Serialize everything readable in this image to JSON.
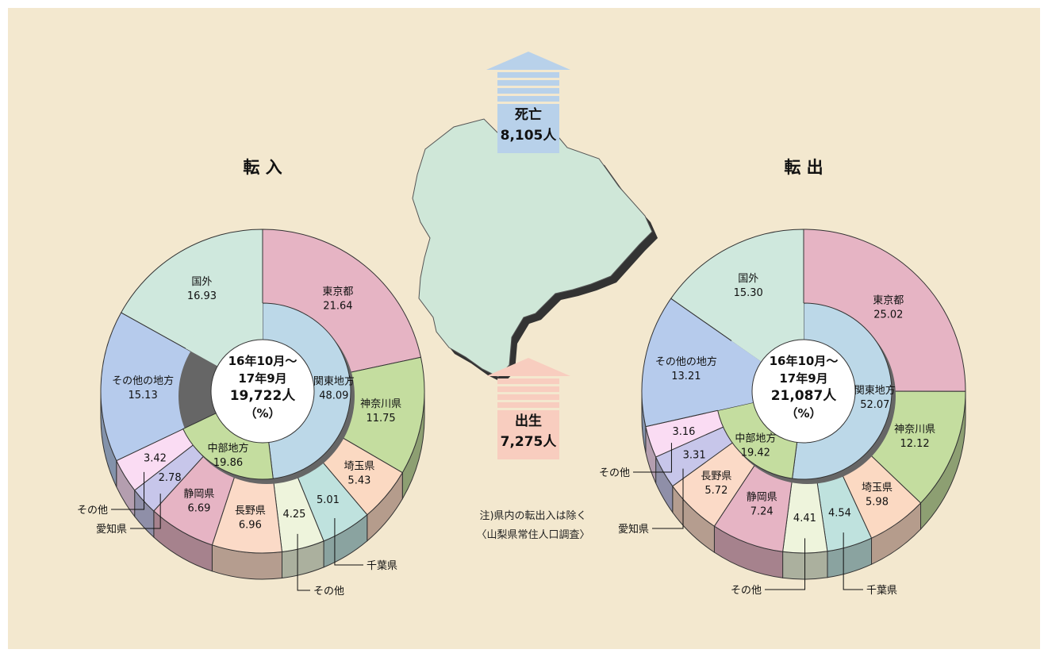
{
  "colors": {
    "background": "#f3e8cf",
    "tokyo": "#e6b4c4",
    "kanagawa": "#c4dd9f",
    "saitama": "#fbd9c2",
    "chiba": "#bfe2de",
    "kanto_other": "#eef4dc",
    "nagano": "#fbdac7",
    "shizuoka": "#e6b4c4",
    "aichi": "#c7c6ea",
    "chubu_other": "#fadcf3",
    "other_region": "#b6cbec",
    "abroad": "#cfe8dd",
    "kanto_inner": "#bcd8e8",
    "chubu_inner": "#c4dd9f",
    "map": "#cfe7d8",
    "death_arrow": "#b8d1ea",
    "birth_arrow": "#f8cdbf"
  },
  "texts": {
    "note": "注)県内の転出入は除く",
    "source": "〈山梨県常住人口調査〉",
    "death_label": "死亡",
    "death_value": "8,105人",
    "birth_label": "出生",
    "birth_value": "7,275人"
  },
  "chart_data": [
    {
      "type": "pie",
      "title": "転 入",
      "center_lines": [
        "16年10月～",
        "17年9月",
        "19,722人",
        "（%）"
      ],
      "outer": [
        {
          "name": "東京都",
          "value": 21.64,
          "color": "tokyo"
        },
        {
          "name": "神奈川県",
          "value": 11.75,
          "color": "kanagawa"
        },
        {
          "name": "埼玉県",
          "value": 5.43,
          "color": "saitama"
        },
        {
          "name": "千葉県",
          "value": 5.01,
          "color": "chiba",
          "callout": true
        },
        {
          "name": "その他",
          "value": 4.25,
          "color": "kanto_other",
          "callout": true
        },
        {
          "name": "長野県",
          "value": 6.96,
          "color": "nagano"
        },
        {
          "name": "静岡県",
          "value": 6.69,
          "color": "shizuoka"
        },
        {
          "name": "愛知県",
          "value": 2.78,
          "color": "aichi",
          "callout": true
        },
        {
          "name": "その他",
          "value": 3.42,
          "color": "chubu_other",
          "callout": true
        },
        {
          "name": "その他の地方",
          "value": 15.13,
          "color": "other_region"
        },
        {
          "name": "国外",
          "value": 16.93,
          "color": "abroad"
        }
      ],
      "inner": [
        {
          "name": "関東地方",
          "value": 48.09,
          "color": "kanto_inner"
        },
        {
          "name": "中部地方",
          "value": 19.86,
          "color": "chubu_inner"
        }
      ]
    },
    {
      "type": "pie",
      "title": "転 出",
      "center_lines": [
        "16年10月～",
        "17年9月",
        "21,087人",
        "（%）"
      ],
      "outer": [
        {
          "name": "東京都",
          "value": 25.02,
          "color": "tokyo"
        },
        {
          "name": "神奈川県",
          "value": 12.12,
          "color": "kanagawa"
        },
        {
          "name": "埼玉県",
          "value": 5.98,
          "color": "saitama"
        },
        {
          "name": "千葉県",
          "value": 4.54,
          "color": "chiba",
          "callout": true
        },
        {
          "name": "その他",
          "value": 4.41,
          "color": "kanto_other",
          "callout": true
        },
        {
          "name": "静岡県",
          "value": 7.24,
          "color": "shizuoka"
        },
        {
          "name": "長野県",
          "value": 5.72,
          "color": "nagano"
        },
        {
          "name": "愛知県",
          "value": 3.31,
          "color": "aichi",
          "callout": true
        },
        {
          "name": "その他",
          "value": 3.16,
          "color": "chubu_other",
          "callout": true
        },
        {
          "name": "その他の地方",
          "value": 13.21,
          "color": "other_region"
        },
        {
          "name": "国外",
          "value": 15.3,
          "color": "abroad"
        }
      ],
      "inner": [
        {
          "name": "関東地方",
          "value": 52.07,
          "color": "kanto_inner"
        },
        {
          "name": "中部地方",
          "value": 19.42,
          "color": "chubu_inner"
        }
      ]
    }
  ]
}
